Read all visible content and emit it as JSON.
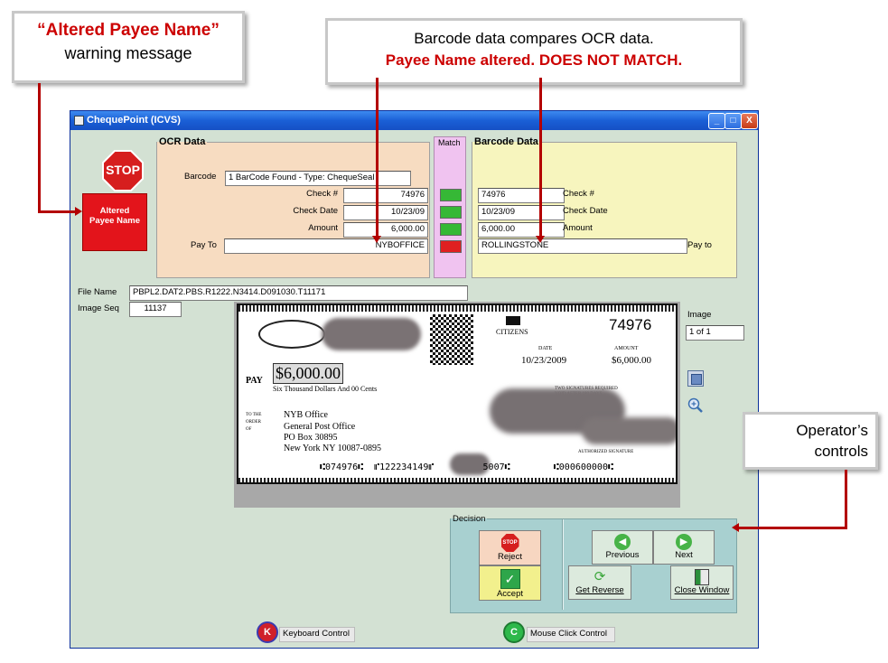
{
  "callouts": {
    "payee_warning": {
      "line1": "“Altered Payee Name”",
      "line2": "warning message"
    },
    "barcode_compare": {
      "line1": "Barcode data compares OCR data.",
      "line2": "Payee Name altered.  DOES NOT MATCH."
    },
    "operator_controls": {
      "line1": "Operator’s",
      "line2": "controls"
    }
  },
  "window": {
    "title": "ChequePoint (ICVS)",
    "min": "_",
    "max": "□",
    "close": "X"
  },
  "stop_sign": "STOP",
  "altered_badge": "Altered Payee Name",
  "ocr": {
    "legend": "OCR Data",
    "barcode_label": "Barcode",
    "barcode_value": "1 BarCode Found - Type: ChequeSeal",
    "check_no_label": "Check #",
    "check_no": "74976",
    "check_date_label": "Check Date",
    "check_date": "10/23/09",
    "amount_label": "Amount",
    "amount": "6,000.00",
    "payto_label": "Pay To",
    "payto": "NYBOFFICE"
  },
  "match": {
    "legend": "Match",
    "colors": [
      "#36b836",
      "#36b836",
      "#36b836",
      "#e02020"
    ]
  },
  "barcode": {
    "legend": "Barcode Data",
    "check_no": "74976",
    "check_no_label": "Check #",
    "check_date": "10/23/09",
    "check_date_label": "Check Date",
    "amount": "6,000.00",
    "amount_label": "Amount",
    "payto": "ROLLINGSTONE",
    "payto_label": "Pay to"
  },
  "file": {
    "name_label": "File Name",
    "name": "PBPL2.DAT2.PBS.R1222.N3414.D091030.T11171",
    "seq_label": "Image Seq",
    "seq": "11137"
  },
  "image_panel": {
    "label": "Image",
    "value": "1 of 1"
  },
  "cheque": {
    "number": "74976",
    "bank": "CITIZENS",
    "date_label": "DATE",
    "date": "10/23/2009",
    "amount_label": "AMOUNT",
    "amount": "$6,000.00",
    "pay_label": "PAY",
    "pay_amount": "$6,000.00",
    "words": "Six Thousand Dollars And 00 Cents",
    "void_note": "TWO SIGNATURES REQUIRED VOID AFTER 180 DAYS",
    "to_label": "TO THE ORDER OF",
    "payee": [
      "NYB Office",
      "General Post Office",
      "PO Box 30895",
      "New York NY 10087-0895"
    ],
    "micr": "⑆074976⑆  ⑈122234149⑈         5007⑆        ⑆000600000⑆",
    "auth": "AUTHORIZED SIGNATURE"
  },
  "decision": {
    "legend": "Decision",
    "reject": "Reject",
    "reject_icon": "STOP",
    "accept": "Accept",
    "previous": "Previous",
    "next": "Next",
    "get_reverse": "Get Reverse",
    "close_window": "Close Window"
  },
  "footer": {
    "keyboard": "Keyboard Control",
    "keyboard_icon": "K",
    "mouse": "Mouse Click Control",
    "mouse_icon": "C"
  }
}
